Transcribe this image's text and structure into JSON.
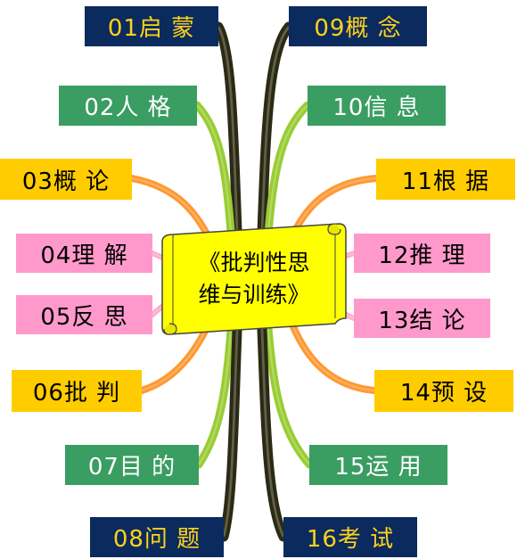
{
  "title": {
    "line1": "《批判性思",
    "line2": "维与训练》"
  },
  "nodes": [
    {
      "id": "01",
      "label": "01启 蒙",
      "side": "left",
      "color": "navy"
    },
    {
      "id": "02",
      "label": "02人 格",
      "side": "left",
      "color": "green"
    },
    {
      "id": "03",
      "label": "03概 论",
      "side": "left",
      "color": "yellow"
    },
    {
      "id": "04",
      "label": "04理 解",
      "side": "left",
      "color": "pink"
    },
    {
      "id": "05",
      "label": "05反 思",
      "side": "left",
      "color": "pink"
    },
    {
      "id": "06",
      "label": "06批 判",
      "side": "left",
      "color": "yellow"
    },
    {
      "id": "07",
      "label": "07目 的",
      "side": "left",
      "color": "green"
    },
    {
      "id": "08",
      "label": "08问 题",
      "side": "left",
      "color": "navy"
    },
    {
      "id": "09",
      "label": "09概 念",
      "side": "right",
      "color": "navy"
    },
    {
      "id": "10",
      "label": "10信 息",
      "side": "right",
      "color": "green"
    },
    {
      "id": "11",
      "label": "11根 据",
      "side": "right",
      "color": "yellow"
    },
    {
      "id": "12",
      "label": "12推 理",
      "side": "right",
      "color": "pink"
    },
    {
      "id": "13",
      "label": "13结 论",
      "side": "right",
      "color": "pink"
    },
    {
      "id": "14",
      "label": "14预 设",
      "side": "right",
      "color": "yellow"
    },
    {
      "id": "15",
      "label": "15运 用",
      "side": "right",
      "color": "green"
    },
    {
      "id": "16",
      "label": "16考 试",
      "side": "right",
      "color": "navy"
    }
  ],
  "colors": {
    "navy": "#0b2a5e",
    "navy_text": "#ffd21a",
    "green": "#3a9d62",
    "yellow": "#ffcc00",
    "pink": "#ff99cc",
    "scroll_fill": "#ffff00",
    "branch_dark": "#2b2a12",
    "branch_lime": "#99cc33",
    "branch_orange": "#ff9933",
    "branch_pink": "#ffaad0"
  }
}
